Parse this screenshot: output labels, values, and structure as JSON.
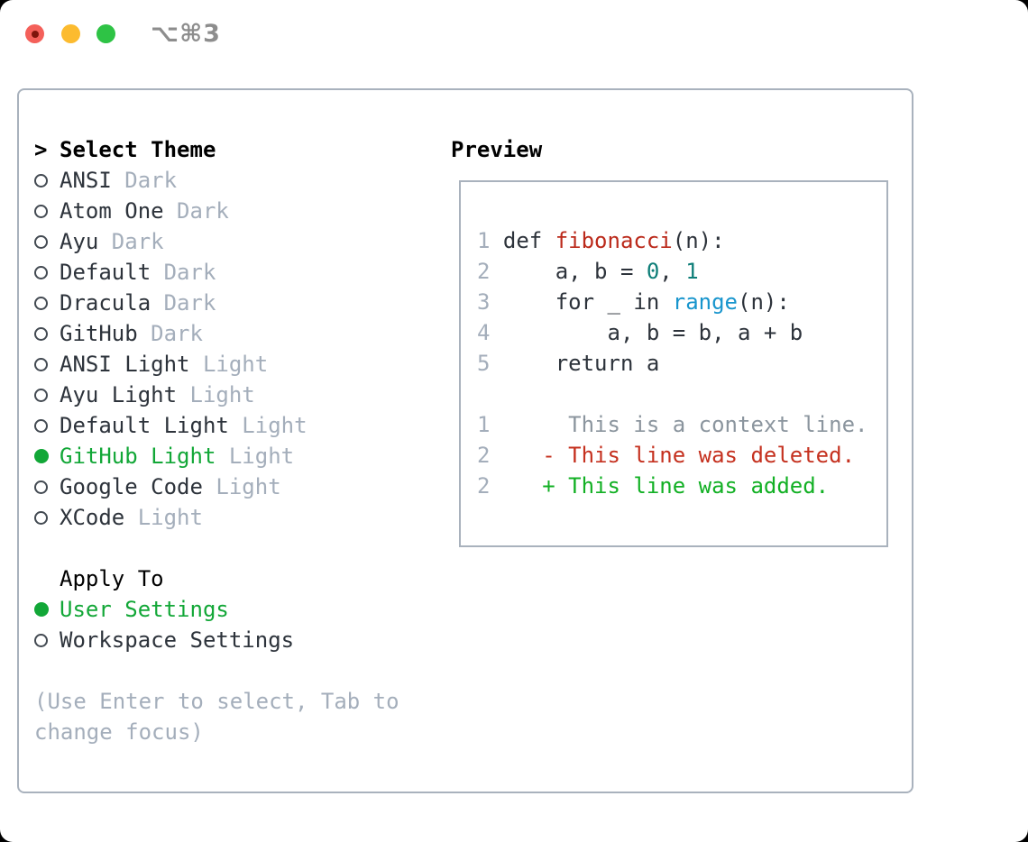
{
  "titlebar": {
    "shortcut_label": "⌥⌘3",
    "traffic_light_colors": {
      "close": "#f4605a",
      "close_unsaved_dot": "#7e150c",
      "minimize": "#fcbb2f",
      "zoom": "#2ec345"
    }
  },
  "theme_picker": {
    "prompt": ">",
    "title": "Select Theme",
    "themes": [
      {
        "name": "ANSI",
        "variant": "Dark",
        "selected": false
      },
      {
        "name": "Atom One",
        "variant": "Dark",
        "selected": false
      },
      {
        "name": "Ayu",
        "variant": "Dark",
        "selected": false
      },
      {
        "name": "Default",
        "variant": "Dark",
        "selected": false
      },
      {
        "name": "Dracula",
        "variant": "Dark",
        "selected": false
      },
      {
        "name": "GitHub",
        "variant": "Dark",
        "selected": false
      },
      {
        "name": "ANSI Light",
        "variant": "Light",
        "selected": false
      },
      {
        "name": "Ayu Light",
        "variant": "Light",
        "selected": false
      },
      {
        "name": "Default Light",
        "variant": "Light",
        "selected": false
      },
      {
        "name": "GitHub Light",
        "variant": "Light",
        "selected": true
      },
      {
        "name": "Google Code",
        "variant": "Light",
        "selected": false
      },
      {
        "name": "XCode",
        "variant": "Light",
        "selected": false
      }
    ],
    "apply_to": {
      "title": "Apply To",
      "options": [
        {
          "label": "User Settings",
          "selected": true
        },
        {
          "label": "Workspace Settings",
          "selected": false
        }
      ]
    },
    "hint_lines": [
      "(Use Enter to select, Tab to",
      "change focus)"
    ]
  },
  "preview": {
    "title": "Preview",
    "code_lines": [
      [
        {
          "s": "ln",
          "t": "1"
        },
        {
          "s": "code",
          "t": " def "
        },
        {
          "s": "func",
          "t": "fibonacci"
        },
        {
          "s": "code",
          "t": "(n):"
        }
      ],
      [
        {
          "s": "ln",
          "t": "2"
        },
        {
          "s": "code",
          "t": "     a, b = "
        },
        {
          "s": "num",
          "t": "0"
        },
        {
          "s": "code",
          "t": ", "
        },
        {
          "s": "num",
          "t": "1"
        }
      ],
      [
        {
          "s": "ln",
          "t": "3"
        },
        {
          "s": "code",
          "t": "     for _ in "
        },
        {
          "s": "call",
          "t": "range"
        },
        {
          "s": "code",
          "t": "(n):"
        }
      ],
      [
        {
          "s": "ln",
          "t": "4"
        },
        {
          "s": "code",
          "t": "         a, b = b, a + b"
        }
      ],
      [
        {
          "s": "ln",
          "t": "5"
        },
        {
          "s": "code",
          "t": "     return a"
        }
      ],
      [],
      [
        {
          "s": "ln",
          "t": "1"
        },
        {
          "s": "ctx",
          "t": "      This is a context line."
        }
      ],
      [
        {
          "s": "ln",
          "t": "2"
        },
        {
          "s": "code",
          "t": "    "
        },
        {
          "s": "del",
          "t": "- This line was deleted."
        }
      ],
      [
        {
          "s": "ln",
          "t": "2"
        },
        {
          "s": "code",
          "t": "    "
        },
        {
          "s": "add",
          "t": "+ This line was added."
        }
      ]
    ]
  },
  "colors": {
    "panel_border": "#a9b2bd",
    "text_dark": "#2d333b",
    "text_gray": "#a4aebb",
    "selected_green": "#12a737",
    "syntax_func_red": "#bb2a1b",
    "syntax_num_teal": "#0e7e78",
    "syntax_call_blue": "#1895cd",
    "diff_context_gray": "#8b959e",
    "diff_deleted_red": "#c5311f",
    "diff_added_green": "#12b024"
  }
}
